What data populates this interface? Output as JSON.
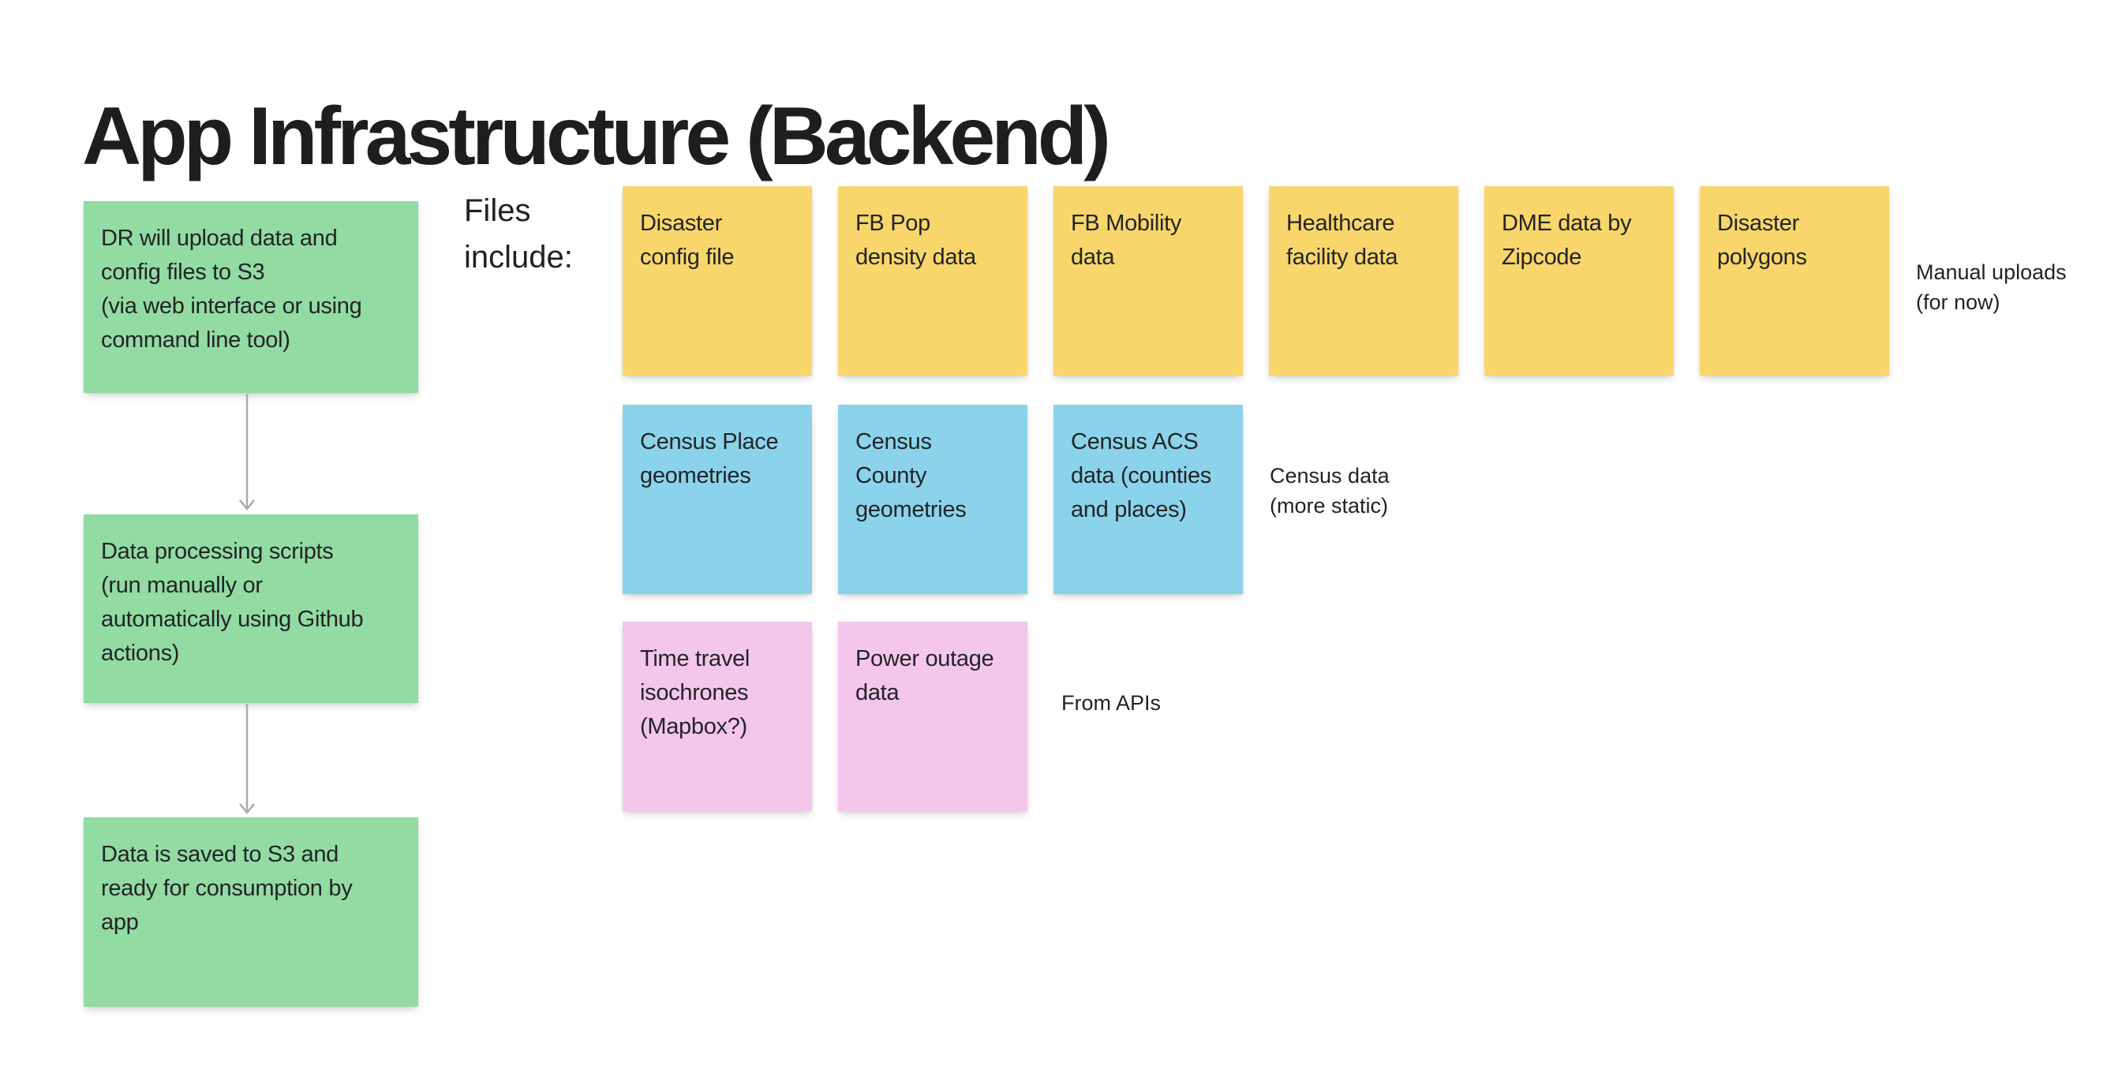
{
  "title": "App Infrastructure (Backend)",
  "files_label": "Files\ninclude:",
  "colors": {
    "flow_note_green": "#92DBA3",
    "manual_note_yellow": "#F8D66B",
    "census_note_blue": "#8BD3EA",
    "api_note_pink": "#F4C6EC",
    "arrow_gray": "#ABABAB",
    "text_dark": "#1E1E1E",
    "background": "#FFFFFF"
  },
  "flow_steps": [
    {
      "text": "DR will upload data and\nconfig files to S3\n(via web interface or using\ncommand line tool)"
    },
    {
      "text": "Data processing scripts\n(run manually or\nautomatically using Github\nactions)"
    },
    {
      "text": "Data is saved to S3 and\nready for consumption by\napp"
    }
  ],
  "file_groups": {
    "manual_uploads": {
      "label": "Manual uploads\n(for now)",
      "notes": [
        "Disaster\nconfig file",
        "FB Pop\ndensity data",
        "FB Mobility\ndata",
        "Healthcare\nfacility data",
        "DME data by\nZipcode",
        "Disaster\npolygons"
      ]
    },
    "census": {
      "label": "Census data\n(more static)",
      "notes": [
        "Census Place\ngeometries",
        "Census\nCounty\ngeometries",
        "Census ACS\ndata (counties\nand places)"
      ]
    },
    "apis": {
      "label": "From APIs",
      "notes": [
        "Time travel\nisochrones\n(Mapbox?)",
        "Power outage\ndata"
      ]
    }
  }
}
